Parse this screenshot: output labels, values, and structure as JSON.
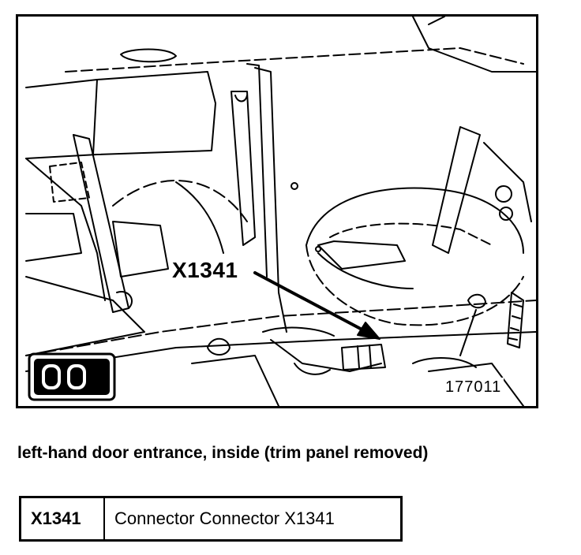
{
  "figure": {
    "callout_label": "X1341",
    "figure_number": "177011"
  },
  "caption": "left-hand door entrance, inside (trim panel removed)",
  "legend": {
    "rows": [
      {
        "code": "X1341",
        "description": "Connector Connector X1341"
      }
    ]
  }
}
